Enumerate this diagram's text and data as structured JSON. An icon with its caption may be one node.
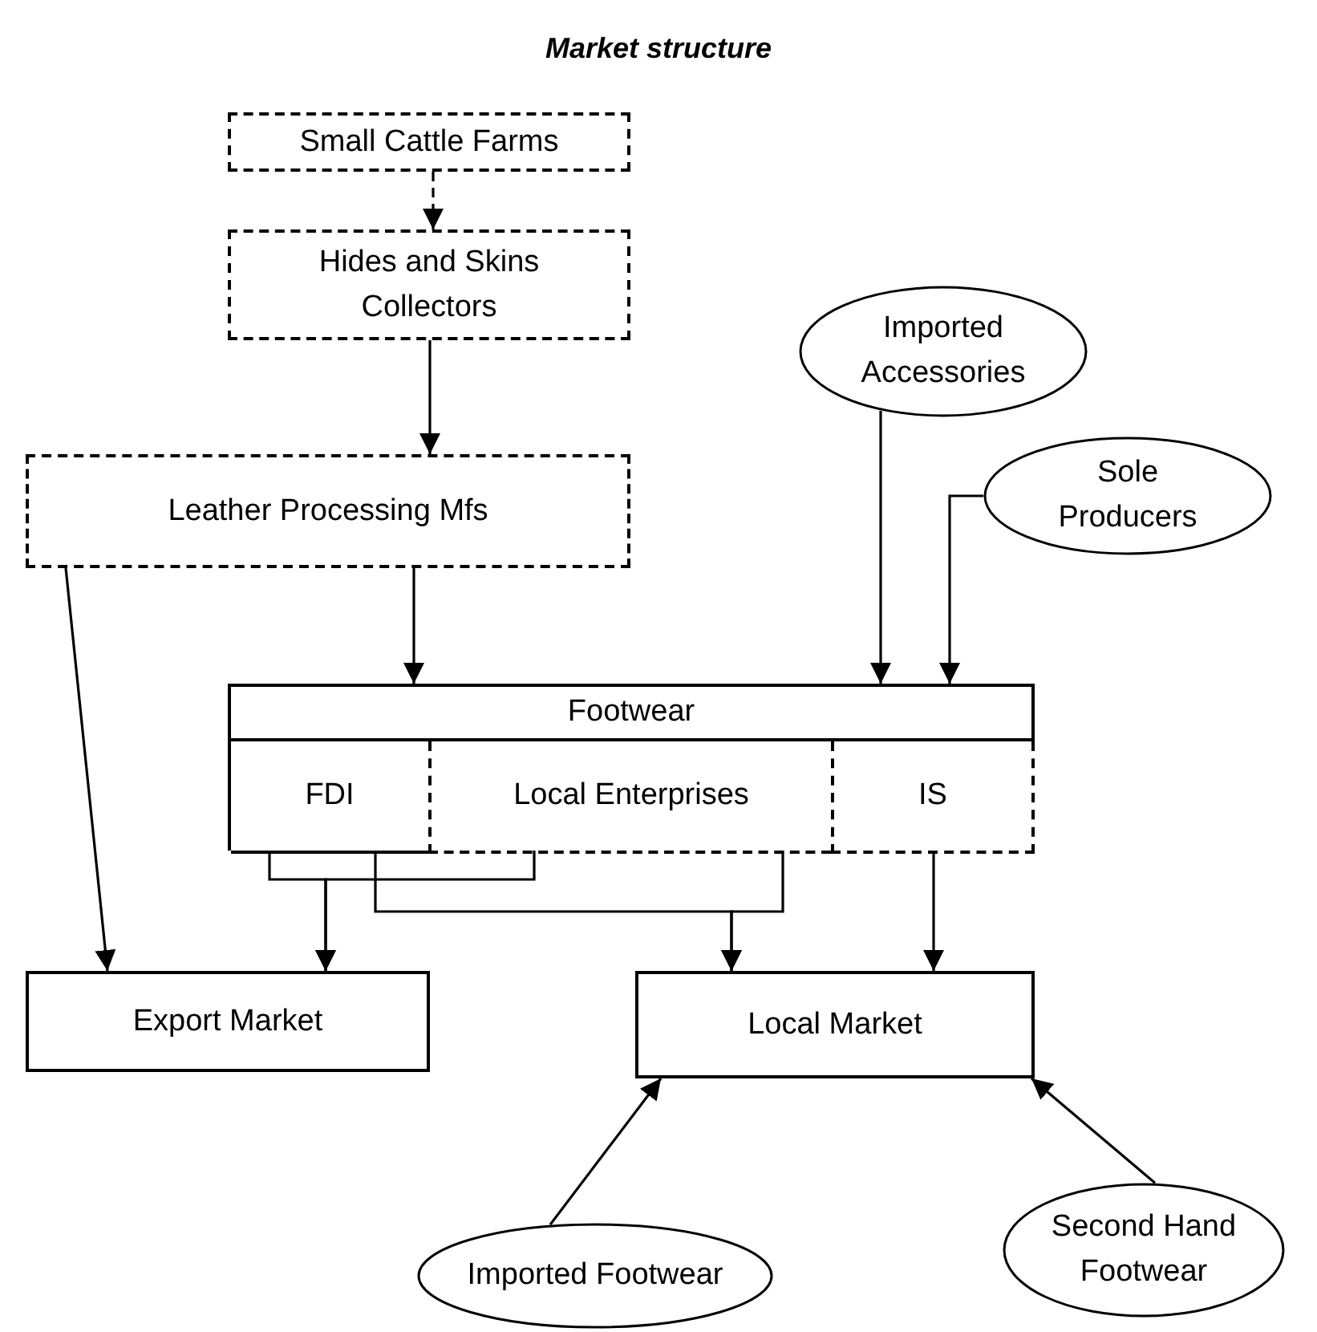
{
  "diagram": {
    "title": "Market structure",
    "nodes": [
      {
        "text": [
          "Small Cattle Farms"
        ]
      },
      {
        "text": [
          "Hides and Skins Collectors"
        ]
      },
      {
        "text": [
          "Leather Processing Mfs"
        ]
      },
      {
        "text": [
          "Imported Accessories"
        ]
      },
      {
        "text": [
          "Sole Producers"
        ]
      },
      {
        "text": [
          "Footwear"
        ]
      },
      {
        "text": [
          "FDI"
        ],
        "in": 5
      },
      {
        "text": [
          "Local Enterprises"
        ],
        "in": 5
      },
      {
        "text": [
          "IS"
        ],
        "in": 5
      },
      {
        "text": [
          "Export Market"
        ]
      },
      {
        "text": [
          "Local Market"
        ]
      },
      {
        "text": [
          "Imported Footwear"
        ]
      },
      {
        "text": [
          "Second Hand Footwear"
        ]
      }
    ],
    "edges": [
      {
        "from": 0,
        "to": 1,
        "arrow": "to",
        "style": "dashed"
      },
      {
        "from": 1,
        "to": 2,
        "arrow": "to"
      },
      {
        "from": 2,
        "to": 9,
        "arrow": "to"
      },
      {
        "from": 2,
        "to": 5,
        "arrow": "to"
      },
      {
        "from": 3,
        "to": 5,
        "arrow": "to"
      },
      {
        "from": 4,
        "to": 5,
        "arrow": "to"
      },
      {
        "from": 6,
        "to": 9,
        "arrow": "to"
      },
      {
        "from": 7,
        "to": 9,
        "arrow": "to"
      },
      {
        "from": 6,
        "to": 10,
        "arrow": "to"
      },
      {
        "from": 7,
        "to": 10,
        "arrow": "to"
      },
      {
        "from": 8,
        "to": 10,
        "arrow": "to"
      },
      {
        "from": 11,
        "to": 10,
        "arrow": "to"
      },
      {
        "from": 12,
        "to": 10,
        "arrow": "to"
      }
    ]
  }
}
